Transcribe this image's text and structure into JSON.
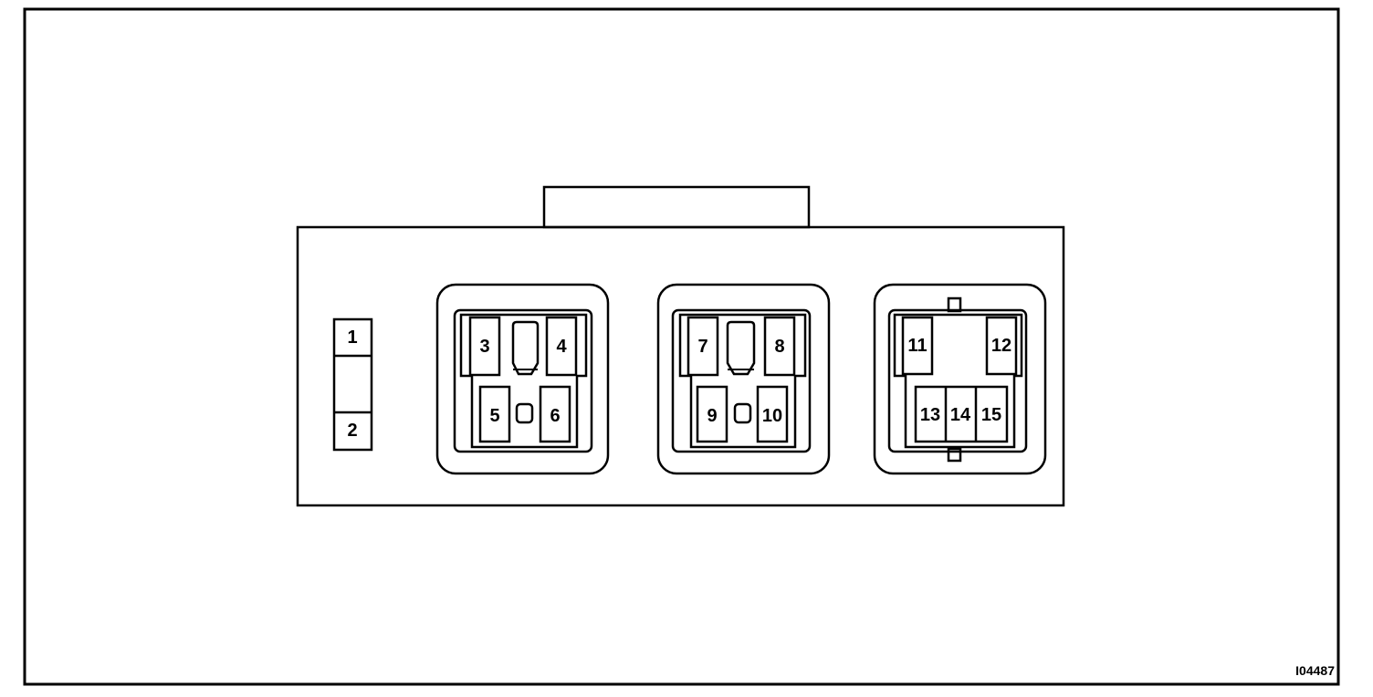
{
  "figure_id": "I04487",
  "terminals": [
    "1",
    "2",
    "3",
    "4",
    "5",
    "6",
    "7",
    "8",
    "9",
    "10",
    "11",
    "12",
    "13",
    "14",
    "15"
  ]
}
